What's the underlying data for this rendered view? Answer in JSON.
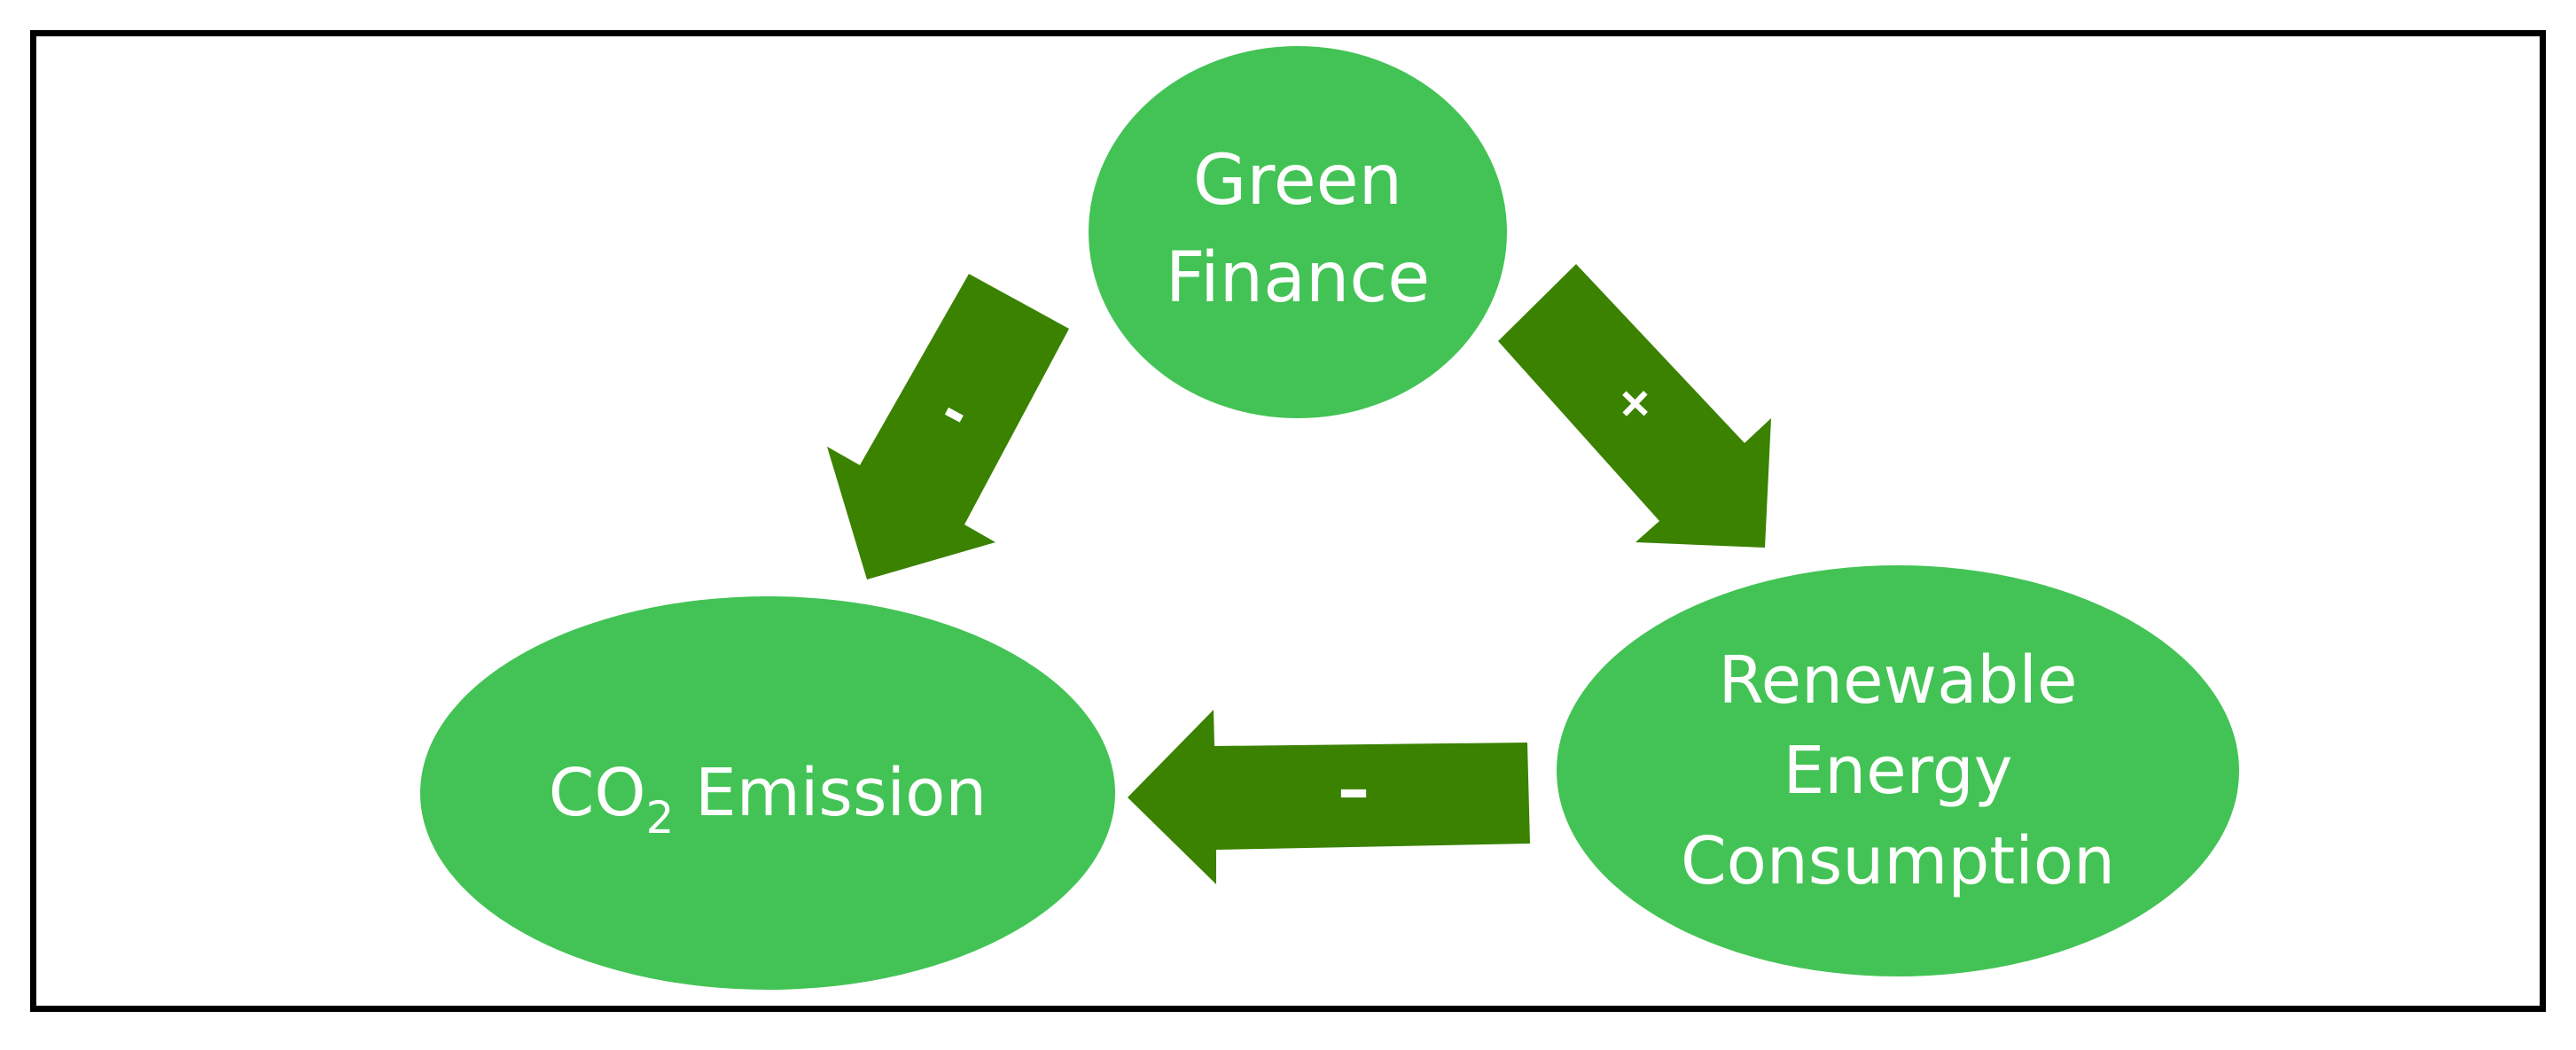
{
  "colors": {
    "node_fill": "#43c355",
    "arrow_fill": "#3a8200",
    "text": "#ffffff",
    "frame": "#000000"
  },
  "nodes": {
    "green_finance": {
      "lines": [
        "Green",
        "Finance"
      ]
    },
    "co2_emission": {
      "prefix": "CO",
      "subscript": "2",
      "suffix": " Emission"
    },
    "renewable_energy": {
      "lines": [
        "Renewable",
        "Energy",
        "Consumption"
      ]
    }
  },
  "edges": {
    "green_finance_to_co2": {
      "sign": "-"
    },
    "green_finance_to_renewable": {
      "sign": "+"
    },
    "renewable_to_co2": {
      "sign": "–"
    }
  }
}
